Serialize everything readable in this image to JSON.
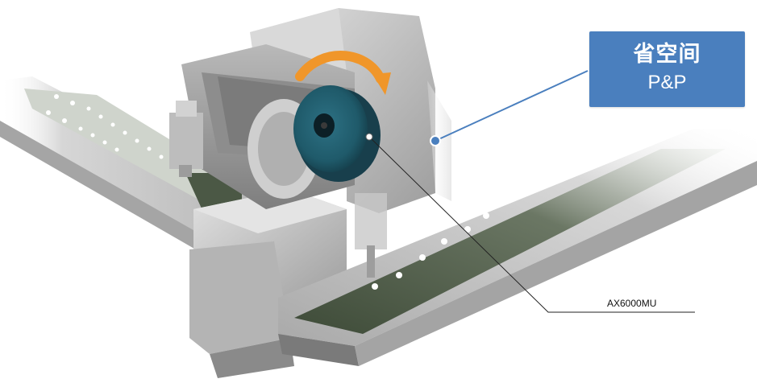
{
  "callout": {
    "title": "省空间",
    "subtitle": "P&P"
  },
  "part_label": "AX6000MU",
  "colors": {
    "callout_bg": "#4a7fbe",
    "pointer_line": "#4a7fbe",
    "leader_line": "#222222",
    "rotation_arrow": "#f0962a",
    "motor_face": "#1f5a6a",
    "rail_green": "#54604e",
    "metal": "#c4c4c4"
  },
  "icons": [
    "rotation-arrow-icon"
  ]
}
